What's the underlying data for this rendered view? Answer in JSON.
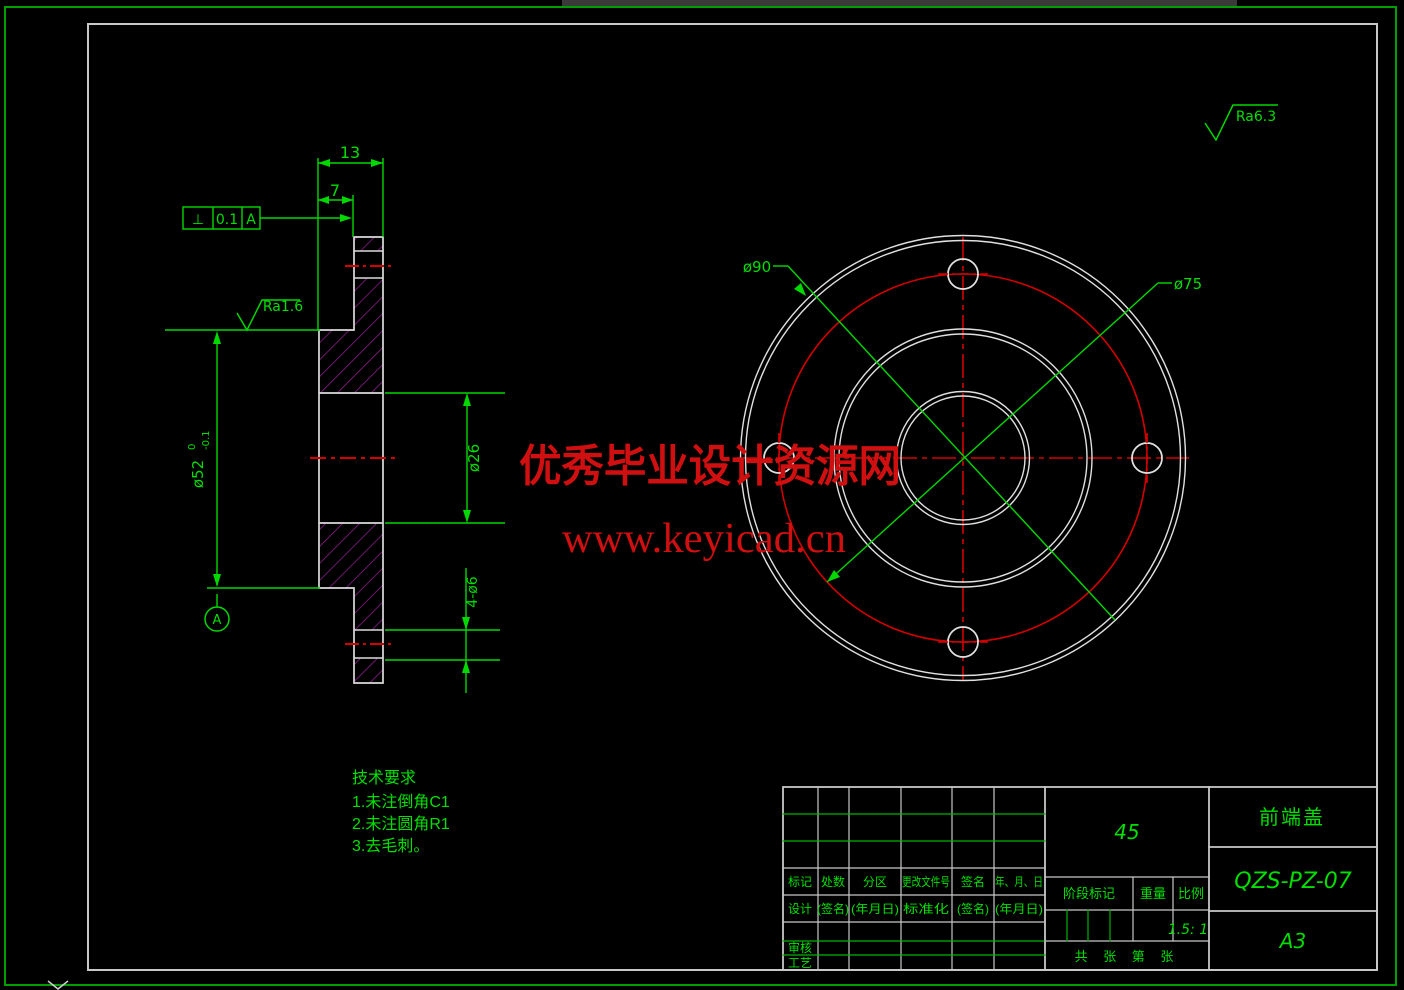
{
  "annotations": {
    "surface_finish_top": "Ra6.3",
    "tech_requirements": {
      "title": "技术要求",
      "item1": "1.未注倒角C1",
      "item2": "2.未注圆角R1",
      "item3": "3.去毛刺。"
    },
    "watermark_line1": "优秀毕业设计资源网",
    "watermark_line2": "www.keyicad.cn"
  },
  "side_view": {
    "dim_13": "13",
    "dim_7": "7",
    "tol_symbol": "⊥",
    "tol_value": "0.1",
    "tol_datum": "A",
    "surface_finish": "Ra1.6",
    "dim_d52": "ø52",
    "dim_d52_tol_upper": "0",
    "dim_d52_tol_lower": "-0.1",
    "dim_d26": "ø26",
    "dim_4xd6": "4-ø6",
    "datum_label": "A"
  },
  "front_view": {
    "dim_d90": "ø90",
    "dim_d75": "ø75"
  },
  "title_block": {
    "rev_headers": {
      "c1": "标记",
      "c2": "处数",
      "c3": "分区",
      "c4": "更改文件号",
      "c5": "签名",
      "c6": "年、月、日"
    },
    "sign_row": {
      "c1": "设计",
      "c2": "(签名)",
      "c3": "(年月日)",
      "c4": "标准化",
      "c5": "(签名)",
      "c6": "(年月日)"
    },
    "audit": "审核",
    "process": "工艺",
    "material": "45",
    "stage_mark": "阶段标记",
    "weight": "重量",
    "scale_label": "比例",
    "scale_value": "1.5: 1",
    "sheets": "共  张  第  张",
    "part_name": "前端盖",
    "drawing_no": "QZS-PZ-07",
    "paper_size": "A3"
  }
}
